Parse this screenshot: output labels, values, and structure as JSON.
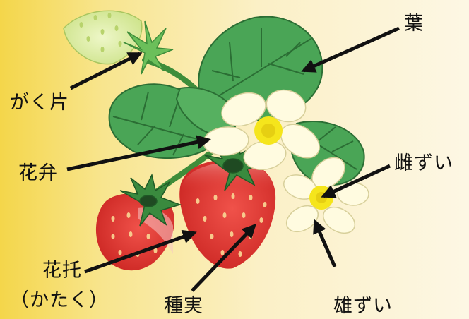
{
  "labels": {
    "leaf": "葉",
    "sepal": "がく片",
    "petal": "花弁",
    "pistil": "雌ずい",
    "receptacle_line1": "花托",
    "receptacle_line2": "（かたく）",
    "seed": "種実",
    "stamen": "雄ずい"
  },
  "colors": {
    "background_left": "#f4d64a",
    "background_right": "#fdf7e4",
    "leaf": "#3f9a4f",
    "strawberry": "#e2342f",
    "flower_petal": "#fffbe0",
    "flower_center": "#f5e51c",
    "arrow": "#111111"
  }
}
